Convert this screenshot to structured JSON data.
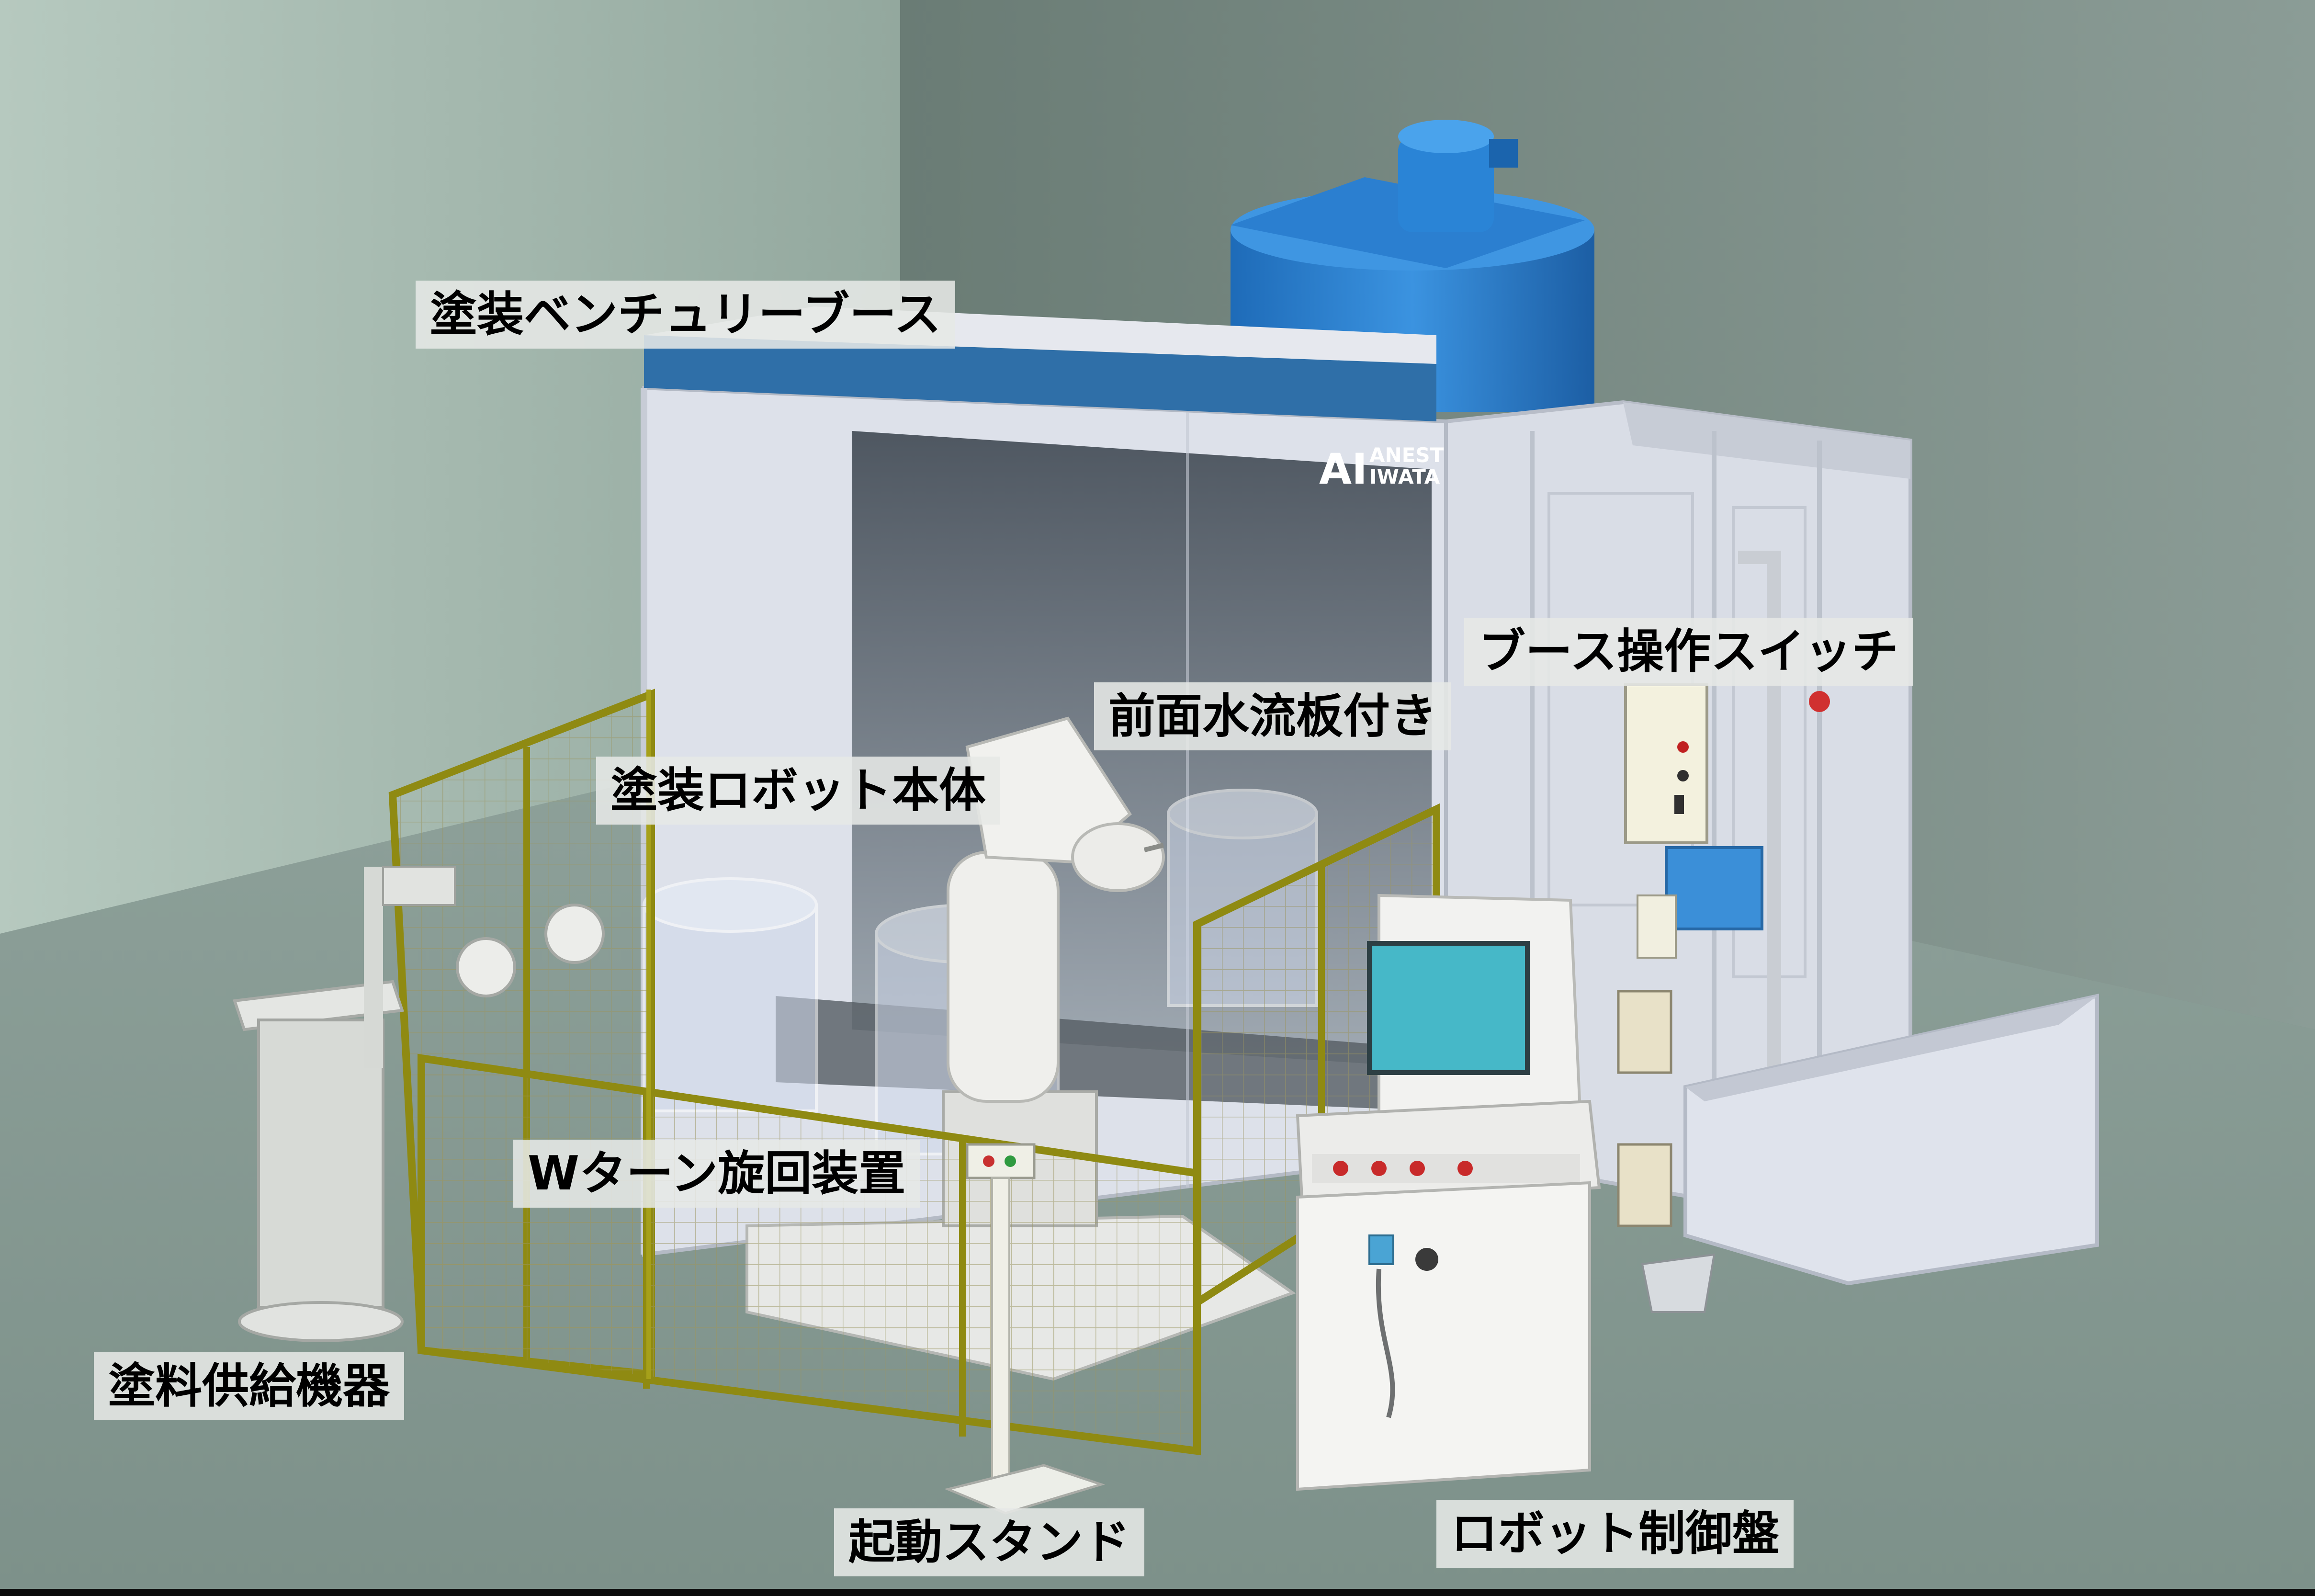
{
  "labels": {
    "booth": "塗装ベンチュリーブース",
    "booth_switch": "ブース操作スイッチ",
    "water_curtain": "前面水流板付き",
    "robot": "塗装ロボット本体",
    "w_turn": "Wターン旋回装置",
    "paint_supply": "塗料供給機器",
    "start_stand": "起動スタンド",
    "robot_controller": "ロボット制御盤"
  },
  "brand": {
    "mark": "AI",
    "line1": "ANEST",
    "line2": "IWATA"
  },
  "colors": {
    "wall_left": "#a8bfb4",
    "wall_right": "#6e8079",
    "floor": "#8a9d95",
    "booth_panel": "#dfe3ec",
    "booth_header": "#2f6fa8",
    "duct_blue": "#2a7fcf",
    "fence_yellow": "#8f8a12",
    "label_bg": "#e6e8e6",
    "screen_cyan": "#46b8c8"
  }
}
